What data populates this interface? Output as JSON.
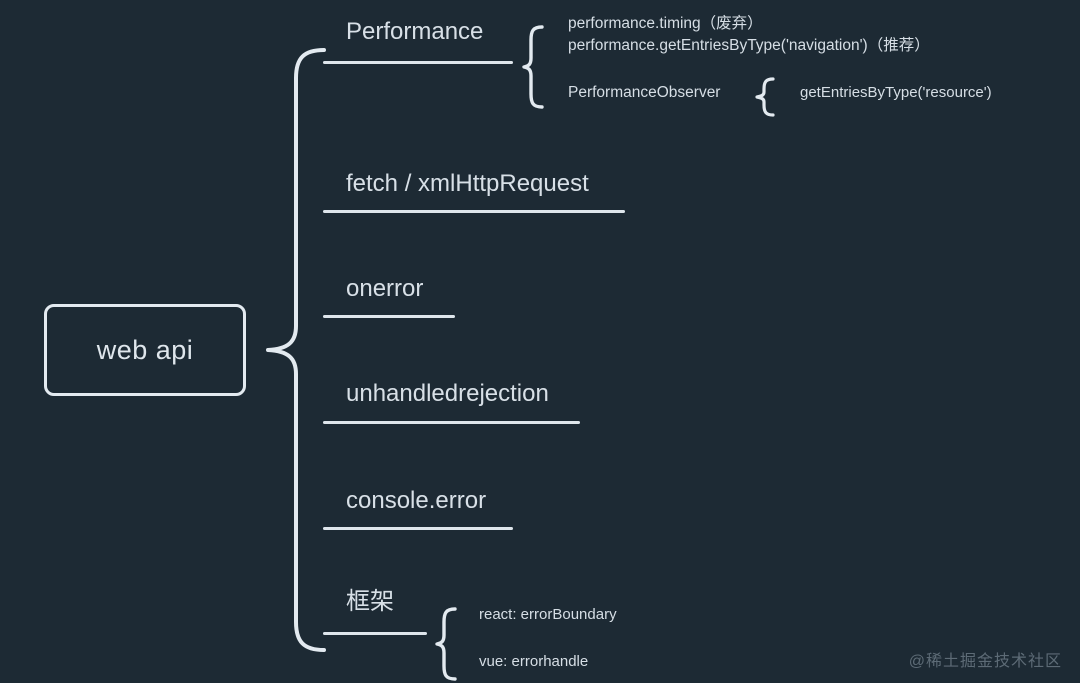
{
  "diagram": {
    "background_color": "#1d2a34",
    "stroke_color": "#e3eaf0",
    "text_color": "#d8e0e7",
    "root": {
      "label": "web api"
    },
    "branches": [
      {
        "label": "Performance",
        "details": [
          "performance.timing（废弃）",
          "performance.getEntriesByType('navigation')（推荐）",
          "PerformanceObserver"
        ],
        "sub": {
          "parent": "PerformanceObserver",
          "items": [
            "getEntriesByType('resource')"
          ]
        }
      },
      {
        "label": "fetch / xmlHttpRequest",
        "details": []
      },
      {
        "label": "onerror",
        "details": []
      },
      {
        "label": "unhandledrejection",
        "details": []
      },
      {
        "label": "console.error",
        "details": []
      },
      {
        "label": "框架",
        "details": [
          "react: errorBoundary",
          "vue: errorhandle"
        ]
      }
    ]
  },
  "watermark": {
    "text": "@稀土掘金技术社区"
  }
}
